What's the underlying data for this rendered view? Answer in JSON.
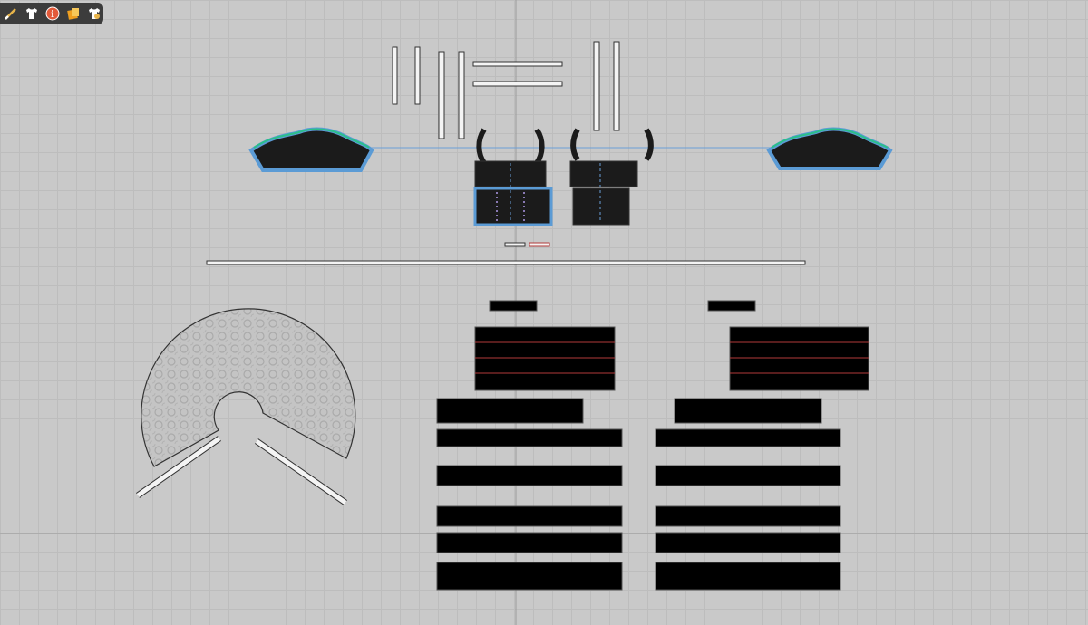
{
  "toolbar": {
    "tools": [
      {
        "name": "edit-pattern-tool",
        "icon": "pencil-ruler-icon",
        "color": "#e8b44a"
      },
      {
        "name": "garment-tool",
        "icon": "tshirt-icon",
        "color": "#ffffff"
      },
      {
        "name": "info-tool",
        "icon": "info-icon",
        "color": "#e35a3a",
        "glyph": "i"
      },
      {
        "name": "texture-tool",
        "icon": "fabric-swatch-icon",
        "color": "#f0a020"
      },
      {
        "name": "avatar-garment-tool",
        "icon": "tshirt-star-icon",
        "color": "#ffffff"
      }
    ]
  },
  "colors": {
    "background": "#c9c9c9",
    "grid": "#bdbdbd",
    "axis": "#9a9a9a",
    "pattern_fill": "#1b1b1b",
    "selection_outline": "#5b9bd5",
    "seam_green": "#2bbf8a",
    "binding_white": "#f4f4f4",
    "stripe_red": "#b23a3a",
    "lace_gray": "#bdbdbd"
  }
}
